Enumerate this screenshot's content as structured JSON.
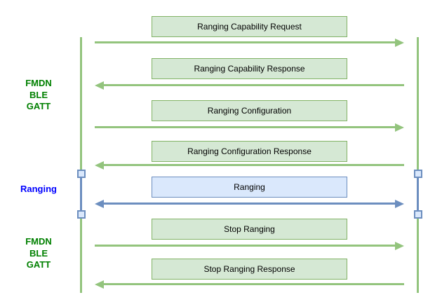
{
  "diagram": {
    "type": "sequence",
    "colors": {
      "background": "#ffffff",
      "green_stroke": "#82b366",
      "green_fill": "#d5e8d4",
      "green_arrow": "#93c47d",
      "blue_stroke": "#6c8ebf",
      "blue_fill": "#dae8fc",
      "label_green": "#008000",
      "label_blue": "#0000ff",
      "text": "#000000"
    },
    "phase_labels": [
      {
        "lines": [
          "FMDN",
          "BLE",
          "GATT"
        ],
        "color_role": "label-green"
      },
      {
        "lines": [
          "Ranging"
        ],
        "color_role": "label-blue"
      },
      {
        "lines": [
          "FMDN",
          "BLE",
          "GATT"
        ],
        "color_role": "label-green"
      }
    ],
    "messages": [
      {
        "label": "Ranging Capability Request",
        "direction": "right",
        "style": "green"
      },
      {
        "label": "Ranging Capability Response",
        "direction": "left",
        "style": "green"
      },
      {
        "label": "Ranging Configuration",
        "direction": "right",
        "style": "green"
      },
      {
        "label": "Ranging Configuration Response",
        "direction": "left",
        "style": "green"
      },
      {
        "label": "Ranging",
        "direction": "both",
        "style": "blue"
      },
      {
        "label": "Stop Ranging",
        "direction": "right",
        "style": "green"
      },
      {
        "label": "Stop Ranging Response",
        "direction": "left",
        "style": "green"
      }
    ]
  }
}
